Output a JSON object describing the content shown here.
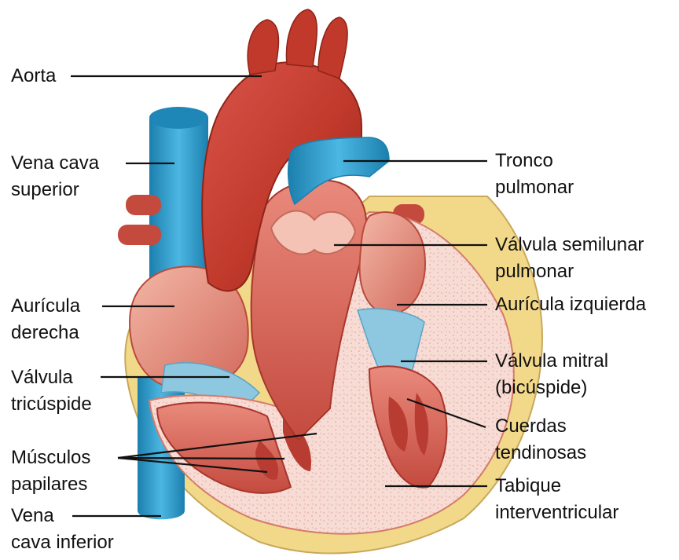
{
  "labels": {
    "aorta": [
      "Aorta"
    ],
    "vena_cava_superior": [
      "Vena cava",
      "superior"
    ],
    "auricula_derecha": [
      "Aurícula",
      "derecha"
    ],
    "valvula_tricuspide": [
      "Válvula",
      "tricúspide"
    ],
    "musculos_papilares": [
      "Músculos",
      "papilares"
    ],
    "vena_cava_inferior": [
      "Vena",
      "cava inferior"
    ],
    "tronco_pulmonar": [
      "Tronco",
      "pulmonar"
    ],
    "valvula_semilunar_pulmonar": [
      "Válvula semilunar",
      "pulmonar"
    ],
    "auricula_izquierda": [
      "Aurícula izquierda"
    ],
    "valvula_mitral": [
      "Válvula mitral",
      "(bicúspide)"
    ],
    "cuerdas_tendinosas": [
      "Cuerdas",
      "tendinosas"
    ],
    "tabique_interventricular": [
      "Tabique",
      "interventricular"
    ]
  },
  "colors": {
    "artery": "#c0392b",
    "artery_dark": "#8e2418",
    "vein": "#2fa3d6",
    "vein_dark": "#1c7fae",
    "muscle": "#d95a4f",
    "muscle_light": "#f0a595",
    "septum": "#f6d3cc",
    "pericardium": "#f2d98a",
    "valve": "#8ec8e0",
    "line": "#111111"
  }
}
